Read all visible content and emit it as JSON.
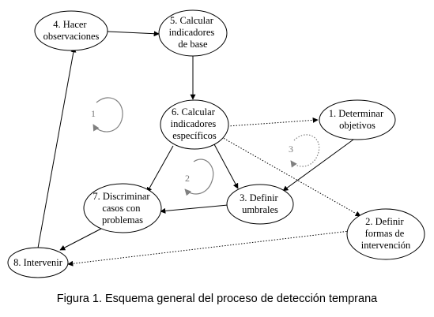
{
  "nodes": {
    "n4": {
      "lines": [
        "4. Hacer",
        "observaciones"
      ]
    },
    "n5": {
      "lines": [
        "5. Calcular",
        "indicadores",
        "de base"
      ]
    },
    "n6": {
      "lines": [
        "6. Calcular",
        "indicadores",
        "específicos"
      ]
    },
    "n1": {
      "lines": [
        "1. Determinar",
        "objetivos"
      ]
    },
    "n7": {
      "lines": [
        "7. Discriminar",
        "casos con",
        "problemas"
      ]
    },
    "n3": {
      "lines": [
        "3. Definir",
        "umbrales"
      ]
    },
    "n2": {
      "lines": [
        "2. Definir",
        "formas de",
        "intervención"
      ]
    },
    "n8": {
      "lines": [
        "8. Intervenir"
      ]
    }
  },
  "loops": {
    "loop1": "1",
    "loop2": "2",
    "loop3": "3"
  },
  "colors": {
    "solid_edges": "#000000",
    "loop_arrows": "#808080"
  },
  "caption": "Figura 1. Esquema general del proceso de detección temprana"
}
